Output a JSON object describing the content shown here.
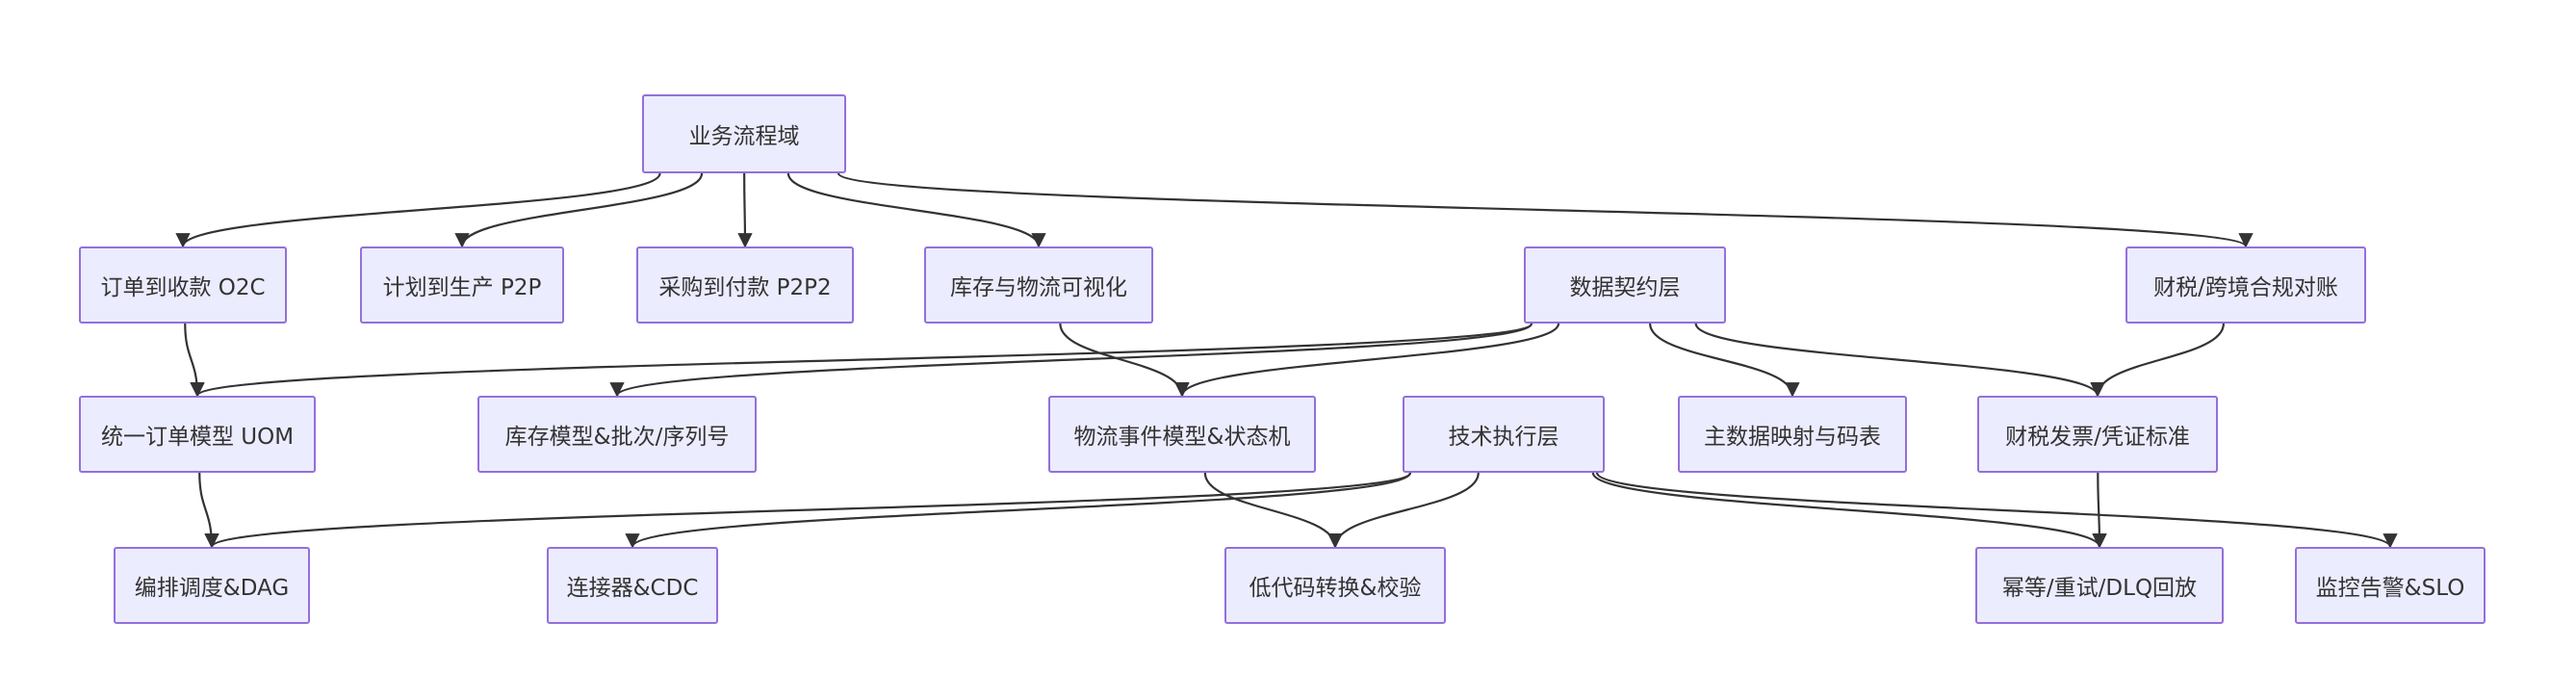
{
  "diagram": {
    "type": "flowchart",
    "colors": {
      "node_fill": "#ececff",
      "node_border": "#9370db",
      "edge": "#333333",
      "text": "#333333"
    },
    "nodes": {
      "biz": "业务流程域",
      "o2c": "订单到收款 O2C",
      "p2p": "计划到生产 P2P",
      "p2p2": "采购到付款 P2P2",
      "inv": "库存与物流可视化",
      "contract": "数据契约层",
      "fin": "财税/跨境合规对账",
      "uom": "统一订单模型 UOM",
      "invmodel": "库存模型&批次/序列号",
      "logev": "物流事件模型&状态机",
      "tech": "技术执行层",
      "mdm": "主数据映射与码表",
      "invoice": "财税发票/凭证标准",
      "dag": "编排调度&DAG",
      "cdc": "连接器&CDC",
      "lowcode": "低代码转换&校验",
      "retry": "幂等/重试/DLQ回放",
      "monitor": "监控告警&SLO"
    },
    "edges": [
      [
        "biz",
        "o2c"
      ],
      [
        "biz",
        "p2p"
      ],
      [
        "biz",
        "p2p2"
      ],
      [
        "biz",
        "inv"
      ],
      [
        "biz",
        "fin"
      ],
      [
        "o2c",
        "uom"
      ],
      [
        "inv",
        "logev"
      ],
      [
        "contract",
        "uom"
      ],
      [
        "contract",
        "invmodel"
      ],
      [
        "contract",
        "logev"
      ],
      [
        "contract",
        "mdm"
      ],
      [
        "contract",
        "invoice"
      ],
      [
        "fin",
        "invoice"
      ],
      [
        "uom",
        "dag"
      ],
      [
        "tech",
        "dag"
      ],
      [
        "tech",
        "cdc"
      ],
      [
        "tech",
        "lowcode"
      ],
      [
        "tech",
        "retry"
      ],
      [
        "tech",
        "monitor"
      ],
      [
        "logev",
        "lowcode"
      ],
      [
        "invoice",
        "retry"
      ]
    ]
  }
}
